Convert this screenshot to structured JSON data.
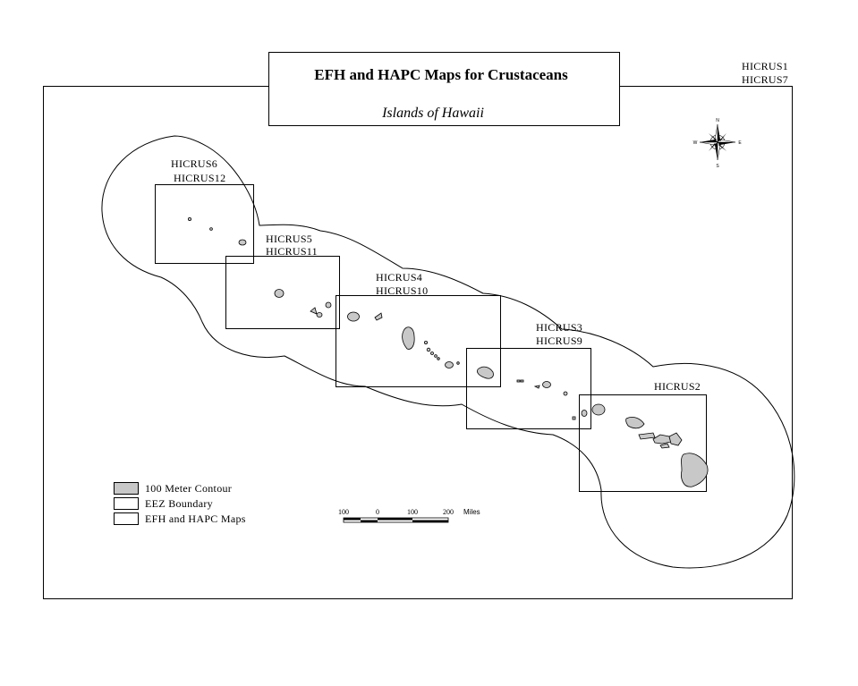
{
  "title": {
    "main": "EFH and HAPC Maps for Crustaceans",
    "subtitle": "Islands of Hawaii"
  },
  "corner_labels": [
    "HICRUS1",
    "HICRUS7"
  ],
  "map_boxes": [
    {
      "id": "box-6",
      "labels": [
        "HICRUS6",
        "HICRUS12"
      ]
    },
    {
      "id": "box-5",
      "labels": [
        "HICRUS5",
        "HICRUS11"
      ]
    },
    {
      "id": "box-4",
      "labels": [
        "HICRUS4",
        "HICRUS10"
      ]
    },
    {
      "id": "box-3",
      "labels": [
        "HICRUS3",
        "HICRUS9"
      ]
    },
    {
      "id": "box-2",
      "labels": [
        "HICRUS2"
      ]
    }
  ],
  "compass": {
    "n": "N",
    "s": "S",
    "e": "E",
    "w": "W"
  },
  "legend": {
    "items": [
      {
        "label": "100 Meter Contour",
        "swatch": "#c8c8c8"
      },
      {
        "label": "EEZ Boundary",
        "swatch": "#ffffff"
      },
      {
        "label": "EFH and HAPC Maps",
        "swatch": "#ffffff"
      }
    ]
  },
  "scale_bar": {
    "ticks": [
      "100",
      "0",
      "100",
      "200"
    ],
    "unit": "Miles"
  },
  "colors": {
    "island_fill": "#c8c8c8",
    "stroke": "#000000",
    "background": "#ffffff"
  }
}
